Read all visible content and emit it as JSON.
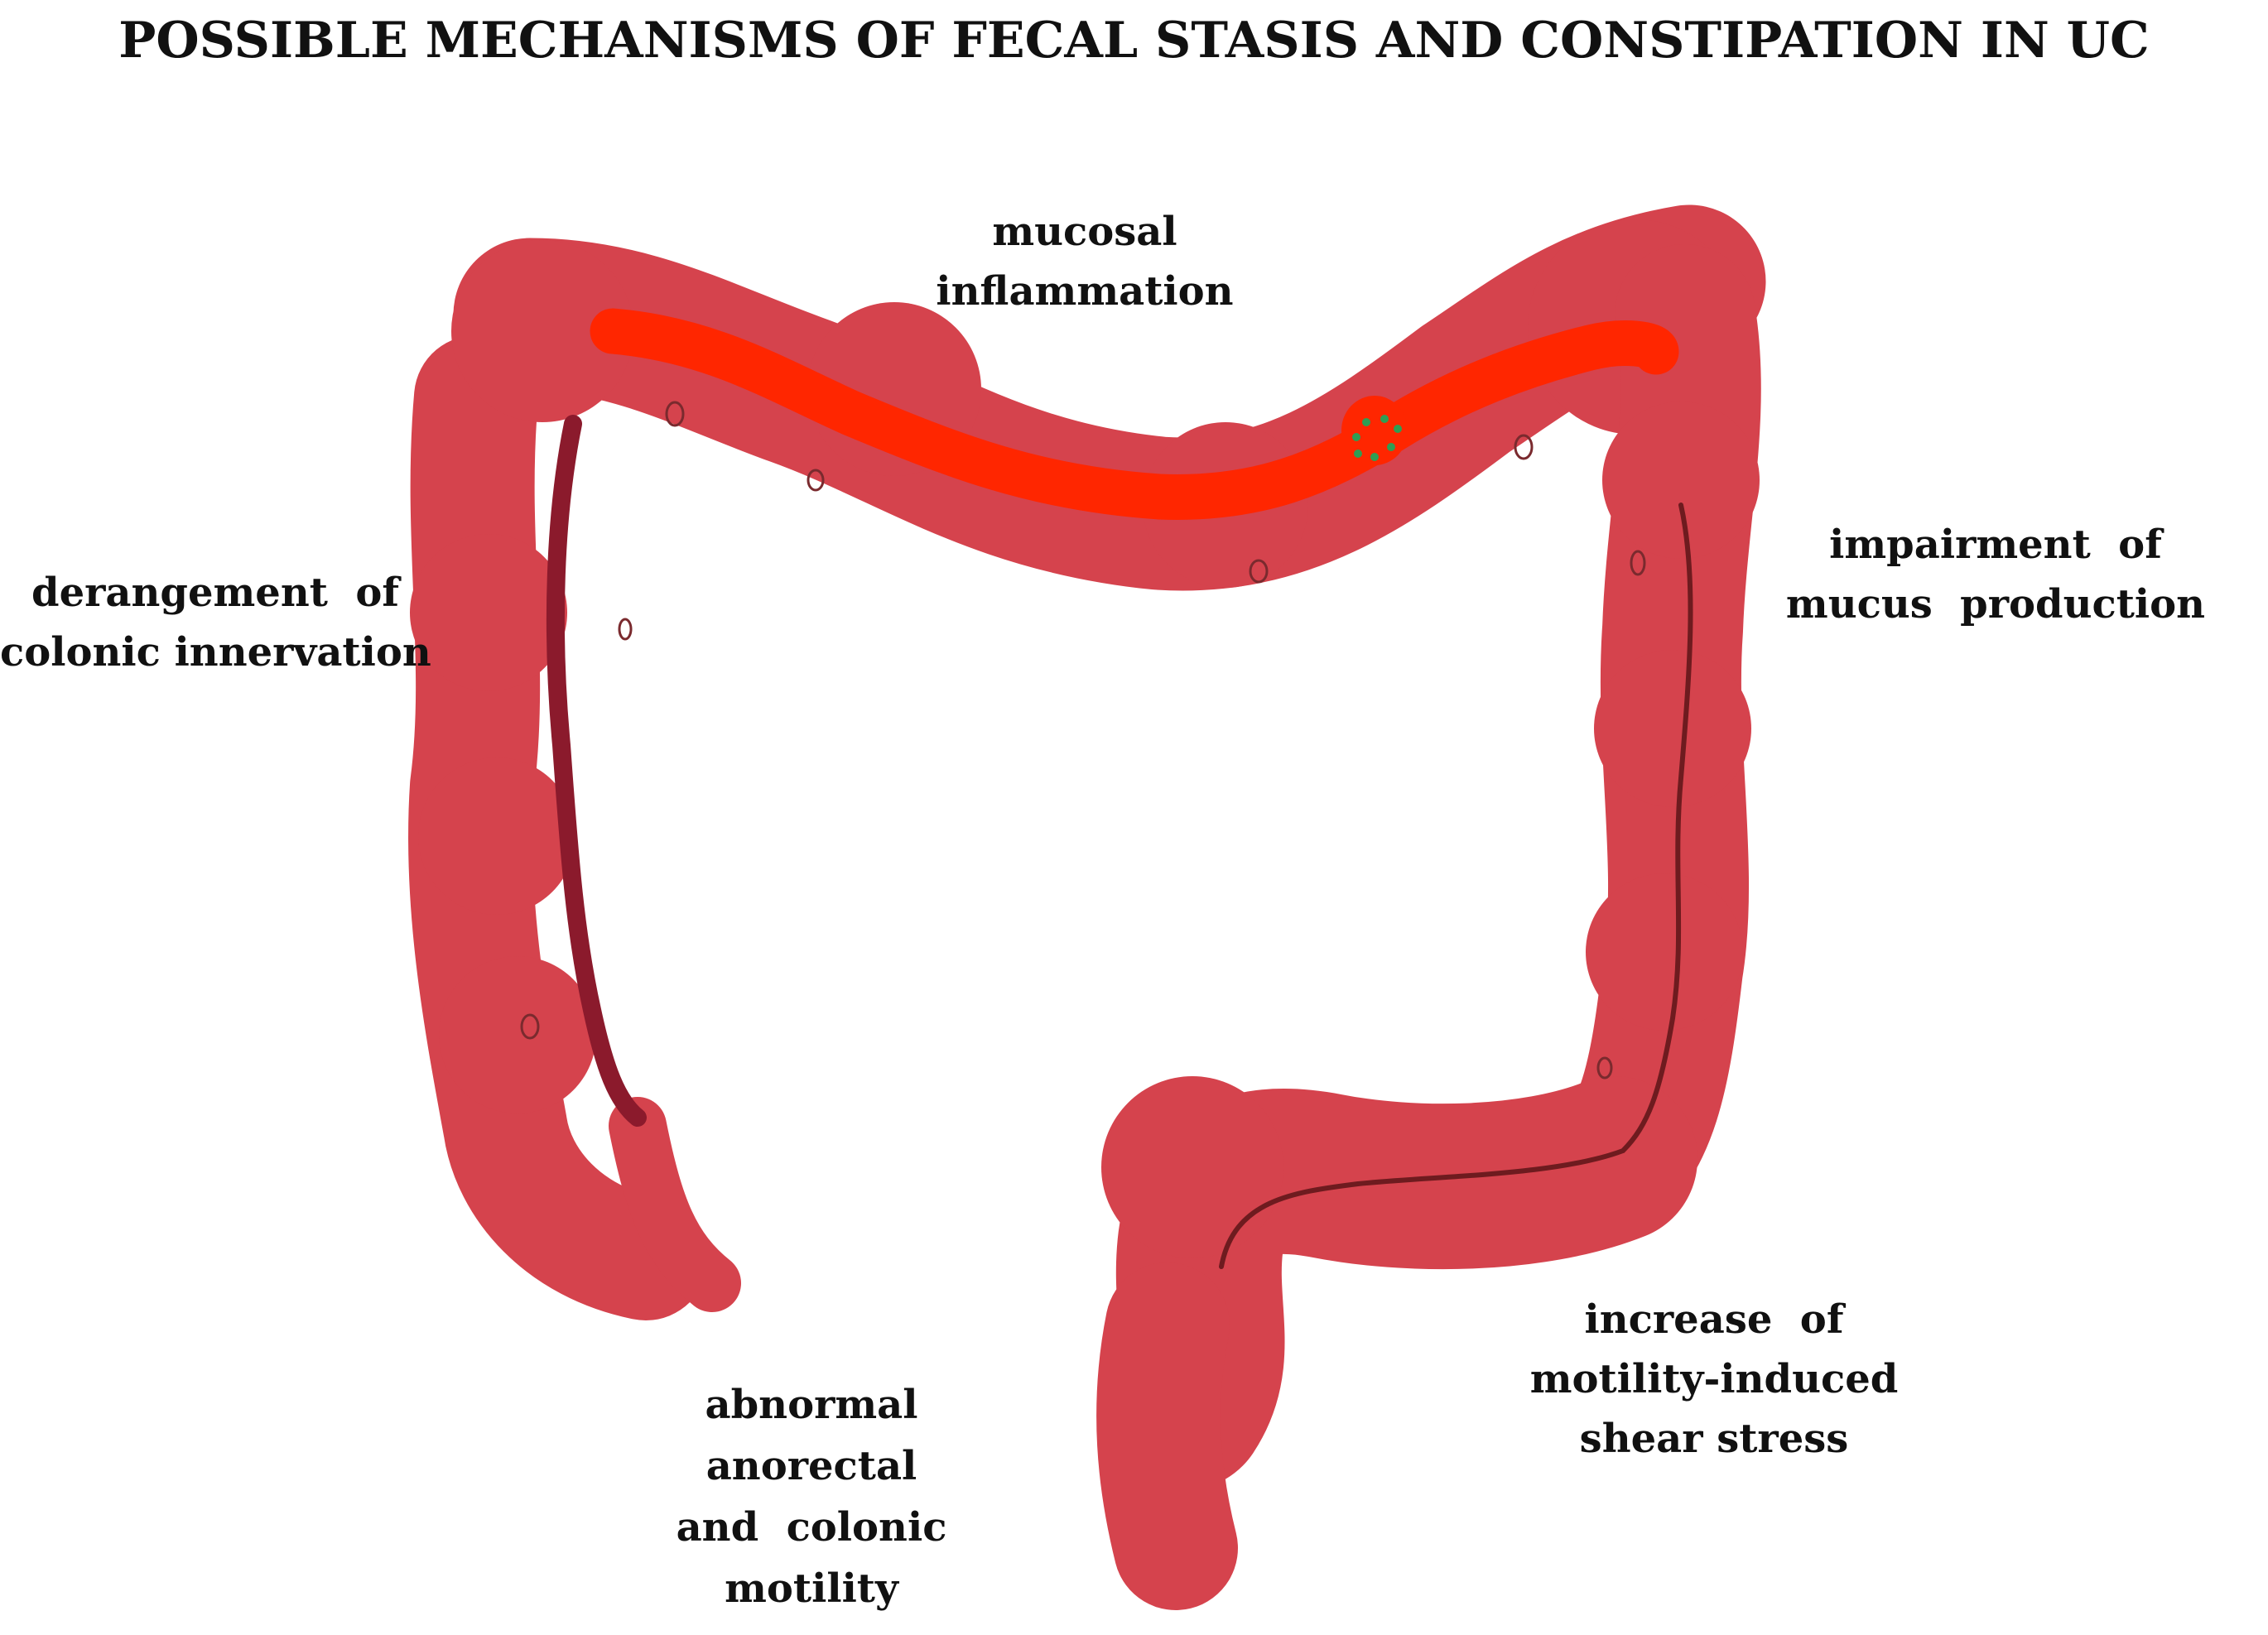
{
  "title": "POSSIBLE MECHANISMS OF FECAL STASIS AND CONSTIPATION IN UC",
  "colors": {
    "colon": "#d5434d",
    "inflamed_mucosa": "#ff2600",
    "innervation_line": "#8b1a2c",
    "mucus_line": "#6e1b1f",
    "lesion_dots": "#2e9e54"
  },
  "labels": {
    "mucosal_inflammation": [
      "mucosal",
      "inflammation"
    ],
    "colonic_innervation": [
      "derangement  of",
      "colonic innervation"
    ],
    "mucus_production": [
      "impairment  of",
      "mucus  production"
    ],
    "shear_stress": [
      "increase  of",
      "motility-induced",
      "shear stress"
    ],
    "anorectal_motility": [
      "abnormal",
      "anorectal",
      "and  colonic",
      "motility"
    ]
  }
}
